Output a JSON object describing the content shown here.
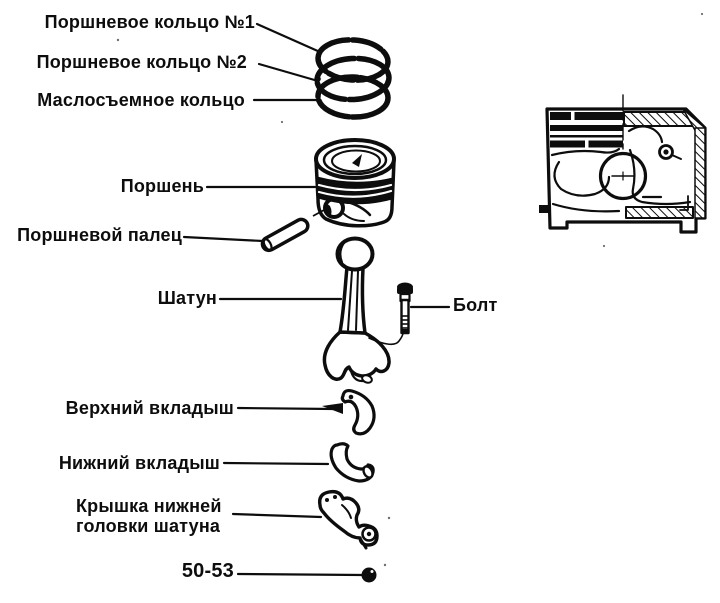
{
  "diagram": {
    "type": "exploded-parts-diagram",
    "language": "ru",
    "ink_color": "#0d0d0d",
    "background_color": "#ffffff",
    "labels": {
      "ring1": "Поршневое кольцо №1",
      "ring2": "Поршневое кольцо №2",
      "oil_ring": "Маслосъемное кольцо",
      "piston": "Поршень",
      "piston_pin": "Поршневой палец",
      "connecting_rod": "Шатун",
      "bolt": "Болт",
      "upper_bearing_shell": "Верхний вкладыш",
      "lower_bearing_shell": "Нижний вкладыш",
      "rod_cap": "Крышка нижней\nголовки шатуна",
      "torque_value": "50-53"
    }
  }
}
